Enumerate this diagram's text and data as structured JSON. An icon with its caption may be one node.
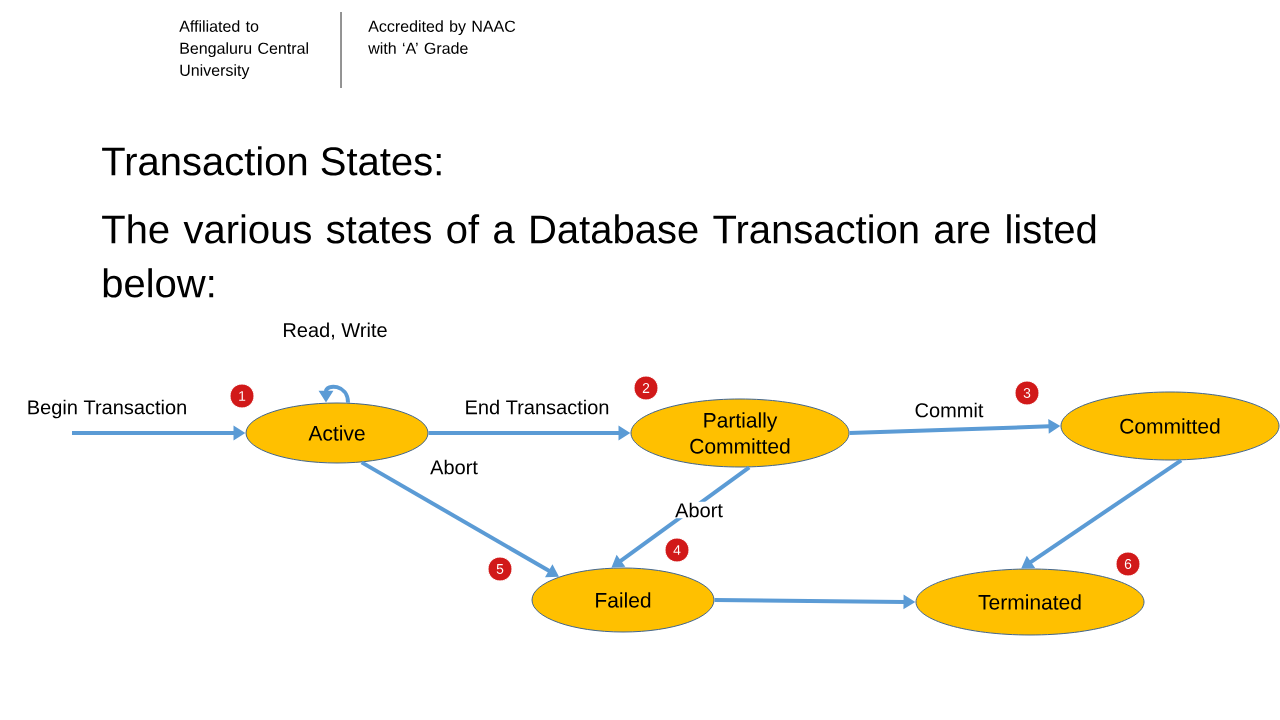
{
  "diagram": {
    "title": "Transaction States:",
    "nodes": [
      {
        "text": [
          "Active"
        ]
      },
      {
        "text": [
          "Partially Committed"
        ]
      },
      {
        "text": [
          "Committed"
        ]
      },
      {
        "text": [
          "Failed"
        ]
      },
      {
        "text": [
          "Terminated"
        ]
      },
      {
        "text": [
          "1"
        ]
      },
      {
        "text": [
          "2"
        ]
      },
      {
        "text": [
          "3"
        ]
      },
      {
        "text": [
          "4"
        ]
      },
      {
        "text": [
          "5"
        ]
      },
      {
        "text": [
          "6"
        ]
      }
    ],
    "edges": [
      {
        "from": null,
        "to": 0,
        "arrow": "to",
        "label": "Begin Transaction"
      },
      {
        "from": 0,
        "to": 0,
        "arrow": "to",
        "label": "Read, Write"
      },
      {
        "from": 0,
        "to": 1,
        "arrow": "to",
        "label": "End Transaction"
      },
      {
        "from": 1,
        "to": 2,
        "arrow": "to",
        "label": "Commit"
      },
      {
        "from": 0,
        "to": 3,
        "arrow": "to",
        "label": "Abort"
      },
      {
        "from": 1,
        "to": 3,
        "arrow": "to",
        "label": "Abort"
      },
      {
        "from": 2,
        "to": 4,
        "arrow": "to"
      },
      {
        "from": 3,
        "to": 4,
        "arrow": "to"
      }
    ],
    "labels": [
      "Affiliated to Bengaluru Central University",
      "Accredited by NAAC with ‘A’ Grade",
      "The various states of a Database Transaction are listed below:"
    ]
  }
}
